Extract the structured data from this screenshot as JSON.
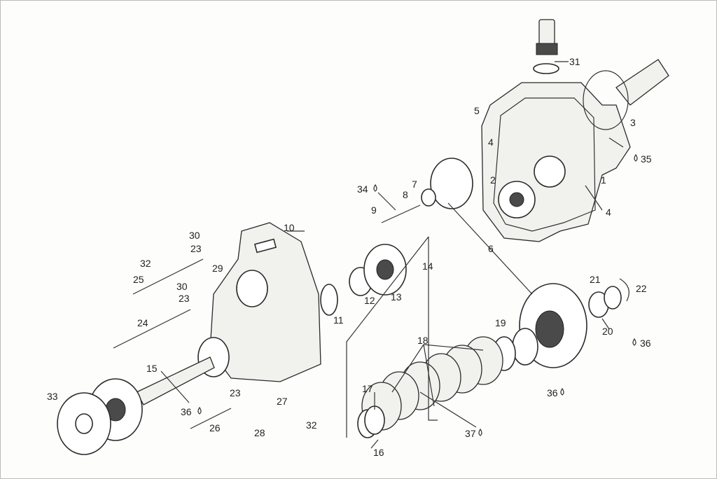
{
  "callouts": {
    "c1": "1",
    "c2": "2",
    "c3": "3",
    "c4a": "4",
    "c4b": "4",
    "c5": "5",
    "c6": "6",
    "c7": "7",
    "c8": "8",
    "c9": "9",
    "c10": "10",
    "c11": "11",
    "c12": "12",
    "c13": "13",
    "c14": "14",
    "c15": "15",
    "c16": "16",
    "c17": "17",
    "c18": "18",
    "c19": "19",
    "c20": "20",
    "c21": "21",
    "c22": "22",
    "c23a": "23",
    "c23b": "23",
    "c23c": "23",
    "c24": "24",
    "c25": "25",
    "c26": "26",
    "c27": "27",
    "c28": "28",
    "c29": "29",
    "c30a": "30",
    "c30b": "30",
    "c31": "31",
    "c32a": "32",
    "c32b": "32",
    "c33": "33",
    "c34": "34",
    "c35": "35",
    "c36a": "36",
    "c36b": "36",
    "c36c": "36",
    "c37": "37"
  },
  "icons": {
    "lubricant_drop": "drop-icon"
  }
}
